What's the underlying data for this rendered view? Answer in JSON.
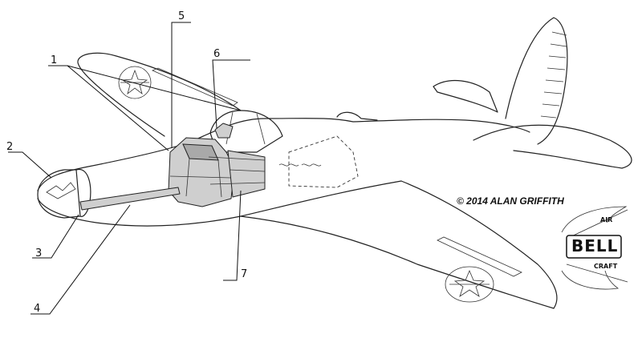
{
  "callouts": [
    {
      "id": "1",
      "label": "1"
    },
    {
      "id": "2",
      "label": "2"
    },
    {
      "id": "3",
      "label": "3"
    },
    {
      "id": "4",
      "label": "4"
    },
    {
      "id": "5",
      "label": "5"
    },
    {
      "id": "6",
      "label": "6"
    },
    {
      "id": "7",
      "label": "7"
    }
  ],
  "copyright": "© 2014 ALAN GRIFFITH",
  "logo": {
    "main": "BELL",
    "top": "AIR",
    "bottom": "CRAFT"
  },
  "colors": {
    "line": "#222222",
    "part_fill": "#cfcfcf",
    "background": "#ffffff"
  }
}
